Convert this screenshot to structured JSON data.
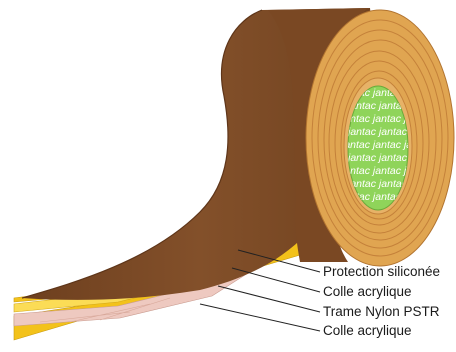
{
  "layers": [
    {
      "label": "Protection siliconée"
    },
    {
      "label": "Colle acrylique"
    },
    {
      "label": "Trame Nylon PSTR"
    },
    {
      "label": "Colle acrylique"
    }
  ],
  "core_print": "jantac",
  "colors": {
    "tape_brown": "#7c4a24",
    "tape_brown_dark": "#5e3519",
    "roll_face": "#e0a551",
    "roll_ring": "#c4813a",
    "core_green": "#8fd45a",
    "adhesive_yellow": "#f3c21a",
    "adhesive_yellow_light": "#fbdc56",
    "nylon_pink": "#eec9c0",
    "leader_line": "#222222"
  }
}
